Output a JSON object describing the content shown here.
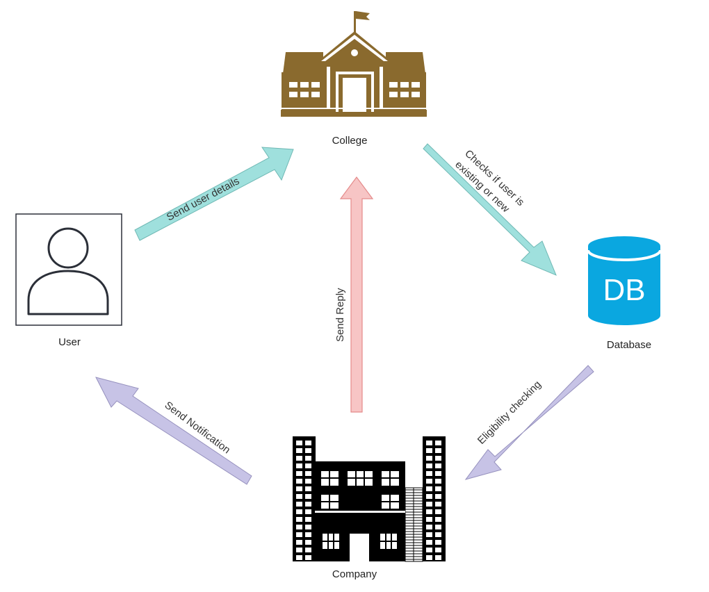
{
  "nodes": {
    "college": {
      "label": "College",
      "icon": "college-building-icon",
      "color": "#8a6a2e"
    },
    "user": {
      "label": "User",
      "icon": "user-icon",
      "color": "#2b2f38"
    },
    "database": {
      "label": "Database",
      "icon": "database-icon",
      "icon_text": "DB",
      "color": "#0aa7e0"
    },
    "company": {
      "label": "Company",
      "icon": "company-building-icon",
      "color": "#000000"
    }
  },
  "edges": [
    {
      "id": "user-to-college",
      "label": "Send user details",
      "color": "#9fe0dd"
    },
    {
      "id": "college-to-database",
      "label": "Checks if user is existing or new",
      "label_lines": [
        "Checks if user is",
        "existing or new"
      ],
      "color": "#9fe0dd"
    },
    {
      "id": "database-to-company",
      "label": "Eligibility checking",
      "color": "#c7c3e6"
    },
    {
      "id": "company-to-user",
      "label": "Send Notification",
      "color": "#c7c3e6"
    },
    {
      "id": "company-to-college",
      "label": "Send Reply",
      "color": "#f7c5c5"
    }
  ]
}
